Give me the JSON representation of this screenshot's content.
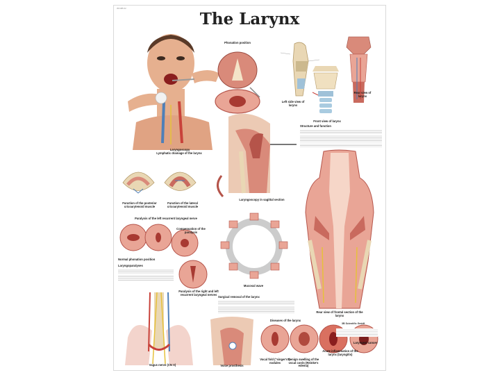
{
  "poster": {
    "code": "VR 1365 UU",
    "title": "The Larynx",
    "captions": {
      "phonation_position": "Phonation position",
      "left_side_view": "Left side view of larynx",
      "front_view": "Front view of larynx",
      "rear_view": "Rear view of larynx",
      "laryngoscopy": "Laryngoscopy",
      "lymphatic_drainage": "Lymphatic drainage of the larynx",
      "structure_function": "Structure and function",
      "posterior_muscle": "Function of the posterior cricoarytenoid muscle",
      "lateral_muscle": "Function of the lateral cricoarytenoid muscle",
      "laryngoscopy_sagittal": "Laryngoscopy in sagittal section",
      "paralysis_left": "Paralysis of the left recurrent laryngeal nerve",
      "compensation": "Compensation of the paralysis",
      "normal_phonation": "Normal phonation position",
      "laryngoparalyses": "Laryngoparalyses",
      "paralysis_right_left": "Paralysis of the right and left recurrent laryngeal nerves",
      "mucosal_wave": "Mucosal wave",
      "rear_frontal_section": "Rear view of frontal section of the larynx",
      "surgical_removal": "Surgical removal of the larynx",
      "vagus_nerve": "Vagus nerve (CN X)",
      "voice_prosthesis": "Voice prosthesis",
      "vocal_fold": "Vocal fold (\"singer's\") nodules",
      "benign_swelling": "Benign swelling of the vocal cords (Reinke's edema)",
      "acute_inflammation": "Acute inflammation of the larynx (laryngitis)",
      "laryngeal_cancer": "Laryngeal cancer",
      "diseases": "Diseases of the larynx"
    },
    "brand": "3B Scientific GmbH"
  },
  "colors": {
    "tissue": "#d98a7a",
    "tissue_dark": "#b5544a",
    "cartilage": "#e9d7b4",
    "vessel_blue": "#4f7fb8",
    "vessel_red": "#c8423a",
    "nerve_yellow": "#e6c13b",
    "skin": "#e6b08f"
  }
}
